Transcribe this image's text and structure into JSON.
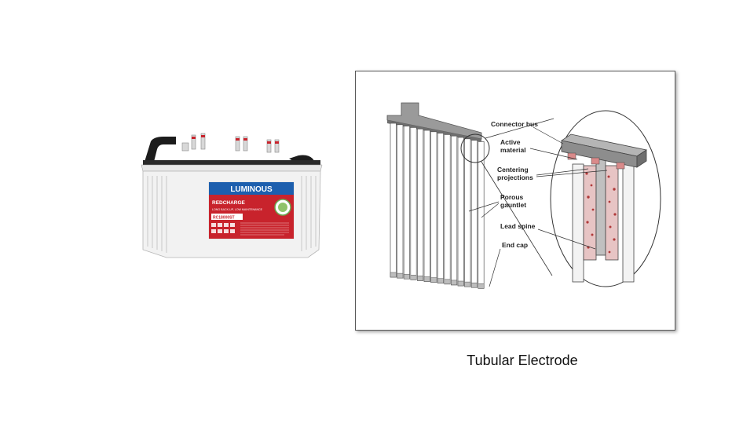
{
  "battery": {
    "brand": "LUMINOUS",
    "product": "REDCHARGE",
    "tagline": "LONG BACK-UP, LOW MAINTENANCE",
    "model": "RC18000ST"
  },
  "diagram": {
    "labels": {
      "connector_bus": "Connector bus",
      "active_material_1": "Active",
      "active_material_2": "material",
      "centering_1": "Centering",
      "centering_2": "projections",
      "porous_1": "Porous",
      "porous_2": "gauntlet",
      "lead_spine": "Lead spine",
      "end_cap": "End cap"
    }
  },
  "caption": "Tubular Electrode",
  "colors": {
    "battery_red": "#c8232c",
    "battery_blue": "#1d5fae",
    "battery_body": "#f2f2f2"
  }
}
